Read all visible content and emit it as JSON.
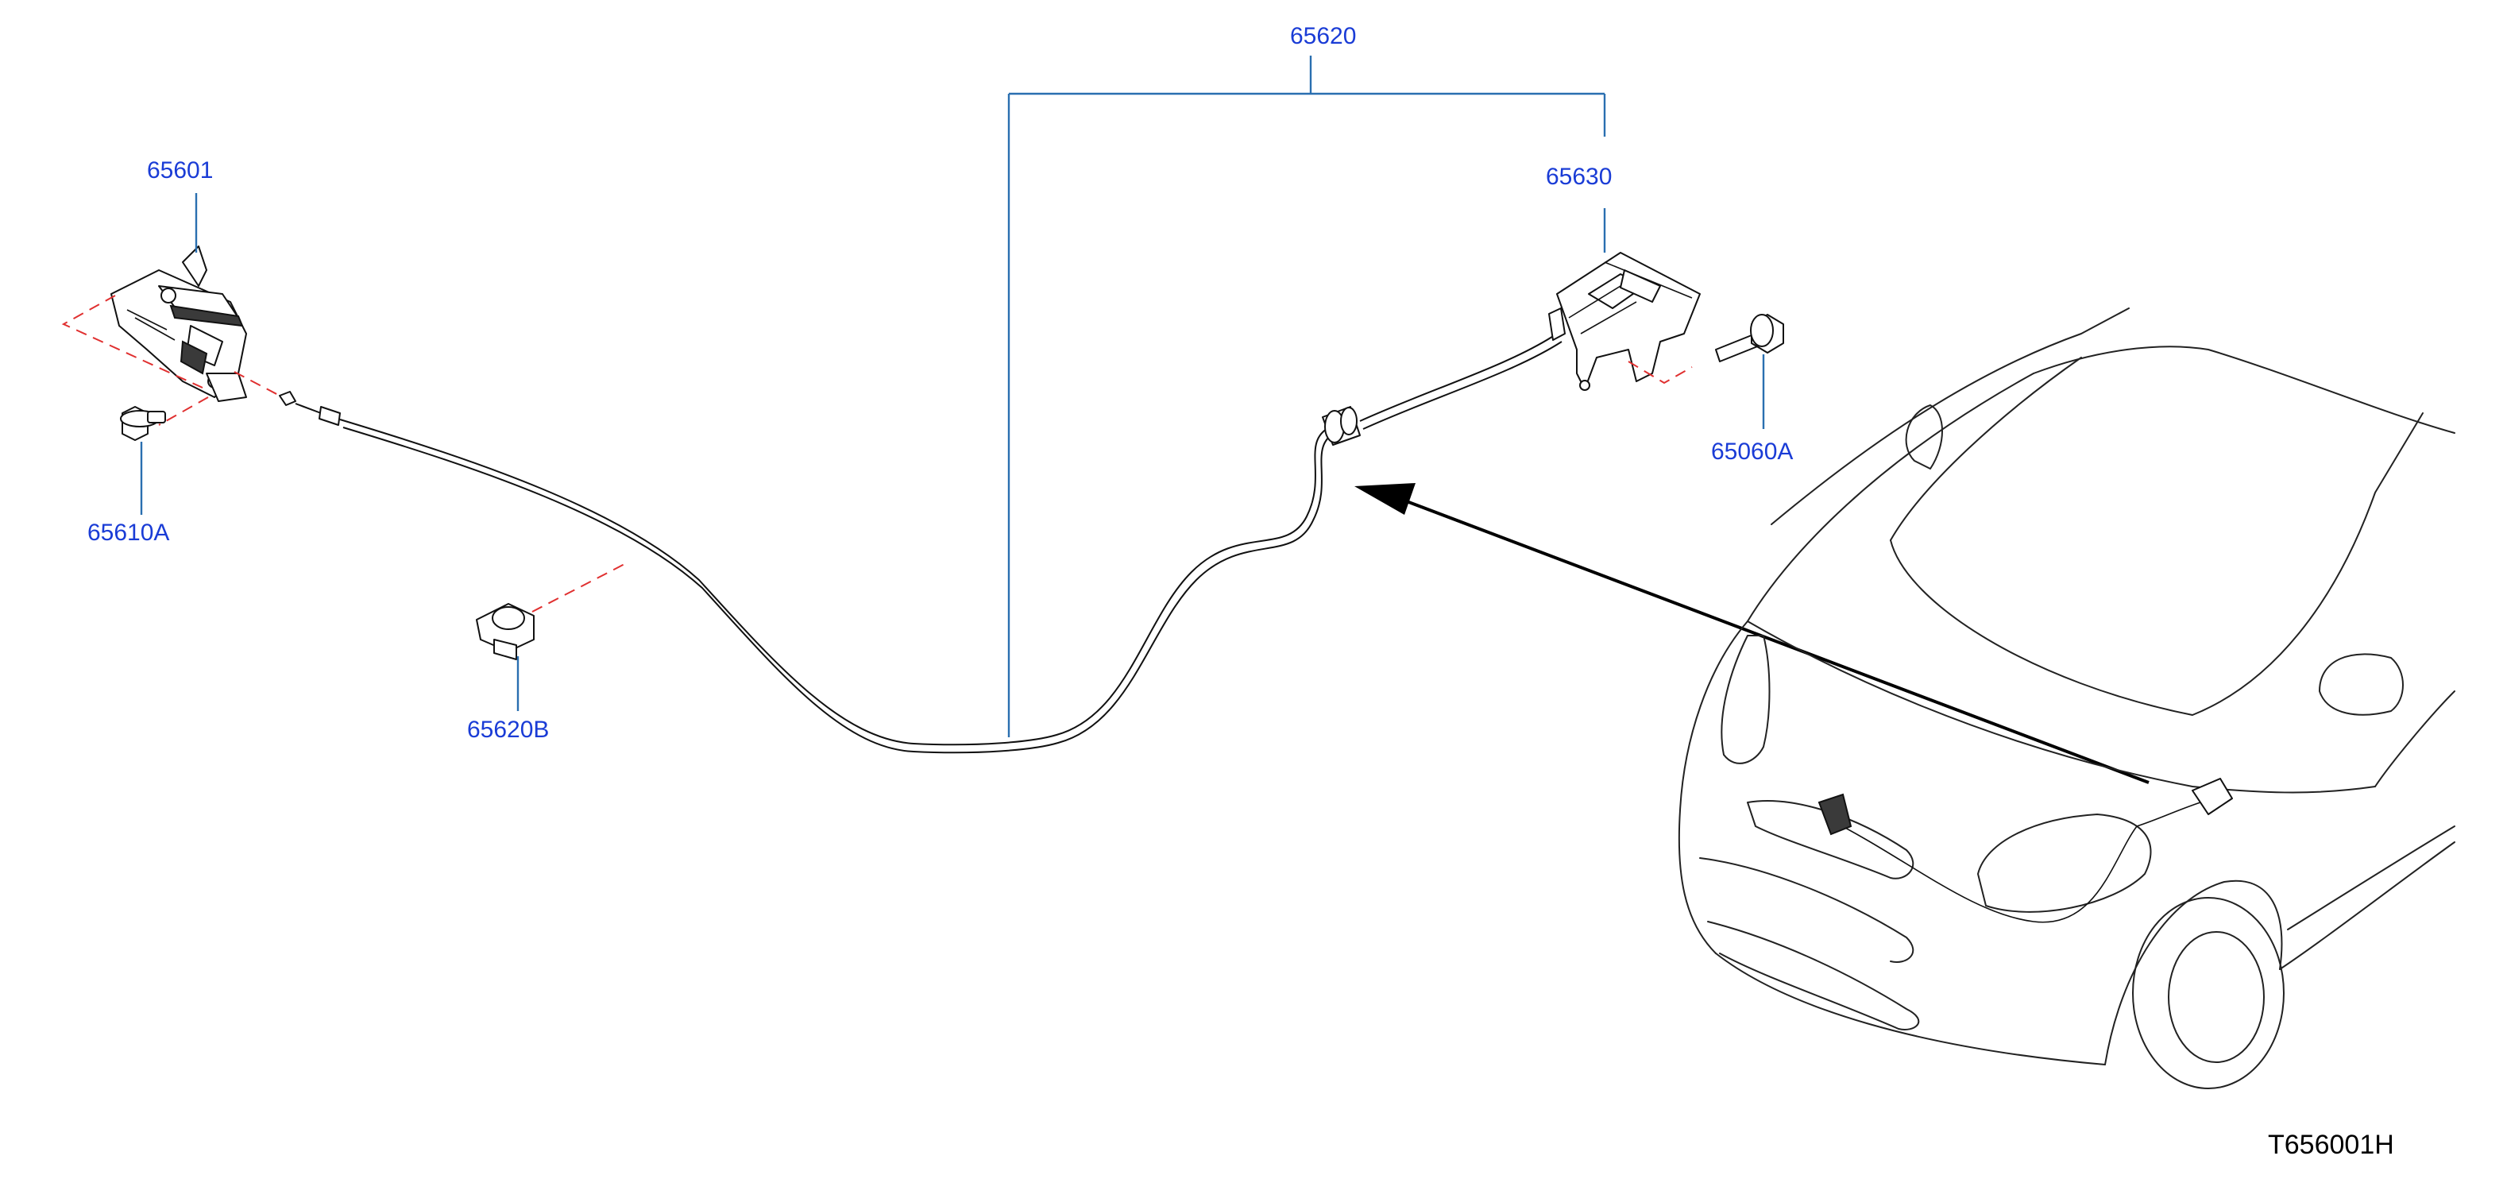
{
  "diagram": {
    "callouts": {
      "cable_assembly": "65620",
      "hood_lock": "65601",
      "release_handle": "65630",
      "lock_bolt": "65610A",
      "handle_bolt": "65060A",
      "cable_clip": "65620B"
    },
    "diagram_id": "T656001H",
    "colors": {
      "callout_text": "#1a3cd6",
      "leader_line": "#2a6fb0",
      "assembly_dash": "#e03030",
      "line_art": "#111111"
    }
  }
}
